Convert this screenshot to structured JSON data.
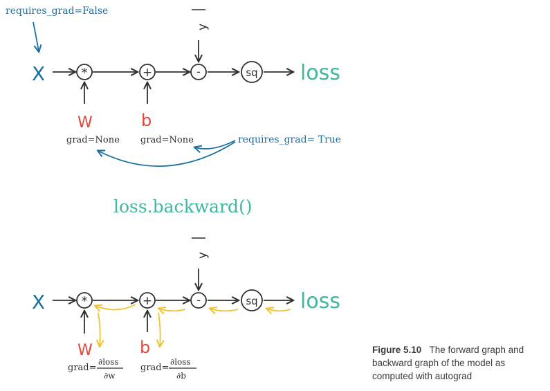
{
  "top": {
    "requires_grad_false": "requires_grad=False",
    "x": "X",
    "mul": "*",
    "add": "+",
    "sub": "-",
    "ybar": "y",
    "sq": "sq",
    "loss": "loss",
    "w": "W",
    "b": "b",
    "w_grad": "grad=None",
    "b_grad": "grad=None",
    "requires_grad_true": "requires_grad= True"
  },
  "middle": {
    "call": "loss.backward()"
  },
  "bottom": {
    "x": "X",
    "mul": "*",
    "add": "+",
    "sub": "-",
    "ybar": "y",
    "sq": "sq",
    "loss": "loss",
    "w": "W",
    "b": "b",
    "grad_prefix_w": "grad=",
    "grad_prefix_b": "grad=",
    "w_num": "∂loss",
    "w_den": "∂w",
    "b_num": "∂loss",
    "b_den": "∂b"
  },
  "caption": {
    "figure": "Figure 5.10",
    "text": "The forward graph and backward graph of the model as computed with autograd"
  },
  "colors": {
    "ink": "#2f2f2f",
    "blue": "#1a6fa0",
    "teal": "#3fb79f",
    "red": "#e2473a",
    "yellow": "#f2c230"
  }
}
